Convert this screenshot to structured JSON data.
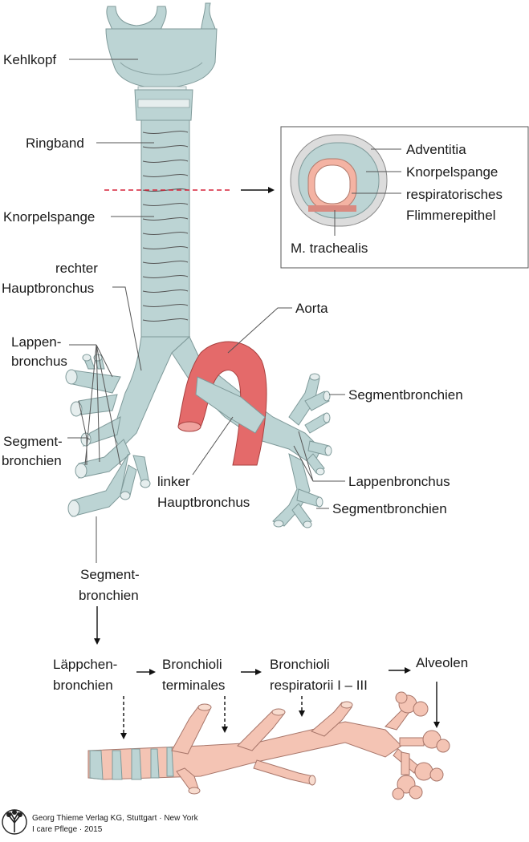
{
  "labels": {
    "kehlkopf": "Kehlkopf",
    "ringband": "Ringband",
    "knorpelspange": "Knorpelspange",
    "rechter_hauptbronchus_1": "rechter",
    "rechter_hauptbronchus_2": "Hauptbronchus",
    "lappenbronchus_left_1": "Lappen-",
    "lappenbronchus_left_2": "bronchus",
    "segmentbronchien_left_1": "Segment-",
    "segmentbronchien_left_2": "bronchien",
    "segmentbronchien_bottom_1": "Segment-",
    "segmentbronchien_bottom_2": "bronchien",
    "aorta": "Aorta",
    "linker_hauptbronchus_1": "linker",
    "linker_hauptbronchus_2": "Hauptbronchus",
    "segmentbronchien_right_top": "Segmentbronchien",
    "lappenbronchus_right": "Lappenbronchus",
    "segmentbronchien_right_bottom": "Segmentbronchien"
  },
  "inset": {
    "adventitia": "Adventitia",
    "knorpelspange": "Knorpelspange",
    "respiratorisches": "respiratorisches",
    "flimmerepithel": "Flimmerepithel",
    "m_trachealis": "M. trachealis"
  },
  "flow": {
    "step1_line1": "Läppchen-",
    "step1_line2": "bronchien",
    "step2_line1": "Bronchioli",
    "step2_line2": "terminales",
    "step3_line1": "Bronchioli",
    "step3_line2": "respiratorii I – III",
    "step4": "Alveolen"
  },
  "credit": {
    "line1": "Georg Thieme Verlag KG, Stuttgart · New York",
    "line2": "I care Pflege · 2015"
  },
  "colors": {
    "cartilage": "#bcd4d4",
    "aorta": "#e46a6a",
    "bronchiole_pink": "#f4c4b4",
    "section_line": "#d6243a"
  },
  "icons": {
    "publisher_logo": "tree-logo-icon"
  }
}
